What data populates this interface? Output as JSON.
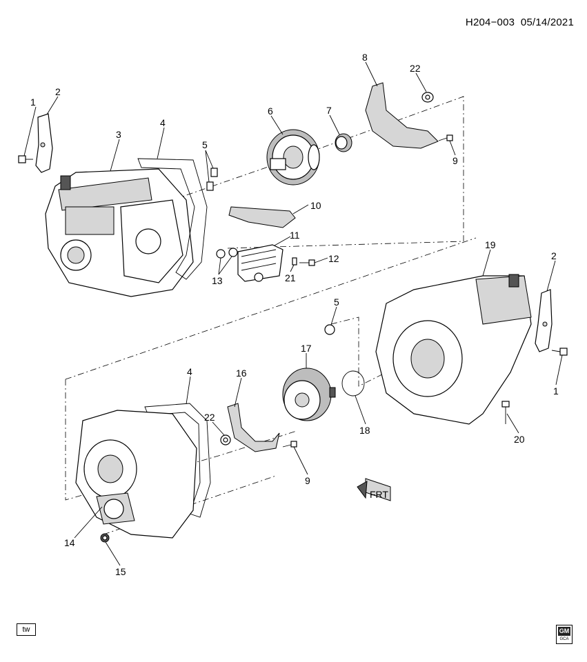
{
  "header": {
    "code": "H204−003",
    "date": "05/14/2021"
  },
  "footer": {
    "left_box": "tw",
    "logo_text": "GM",
    "logo_sub": "GCA"
  },
  "callouts": [
    {
      "id": "c1a",
      "label": "1"
    },
    {
      "id": "c2a",
      "label": "2"
    },
    {
      "id": "c3",
      "label": "3"
    },
    {
      "id": "c4a",
      "label": "4"
    },
    {
      "id": "c5a",
      "label": "5"
    },
    {
      "id": "c6",
      "label": "6"
    },
    {
      "id": "c7",
      "label": "7"
    },
    {
      "id": "c8",
      "label": "8"
    },
    {
      "id": "c22a",
      "label": "22"
    },
    {
      "id": "c9a",
      "label": "9"
    },
    {
      "id": "c10",
      "label": "10"
    },
    {
      "id": "c11",
      "label": "11"
    },
    {
      "id": "c12",
      "label": "12"
    },
    {
      "id": "c13",
      "label": "13"
    },
    {
      "id": "c21",
      "label": "21"
    },
    {
      "id": "c19",
      "label": "19"
    },
    {
      "id": "c2b",
      "label": "2"
    },
    {
      "id": "c5b",
      "label": "5"
    },
    {
      "id": "c1b",
      "label": "1"
    },
    {
      "id": "c4b",
      "label": "4"
    },
    {
      "id": "c16",
      "label": "16"
    },
    {
      "id": "c17",
      "label": "17"
    },
    {
      "id": "c22b",
      "label": "22"
    },
    {
      "id": "c18",
      "label": "18"
    },
    {
      "id": "c20",
      "label": "20"
    },
    {
      "id": "c9b",
      "label": "9"
    },
    {
      "id": "c14",
      "label": "14"
    },
    {
      "id": "c15",
      "label": "15"
    }
  ],
  "direction_arrow": {
    "label": "FRT"
  }
}
